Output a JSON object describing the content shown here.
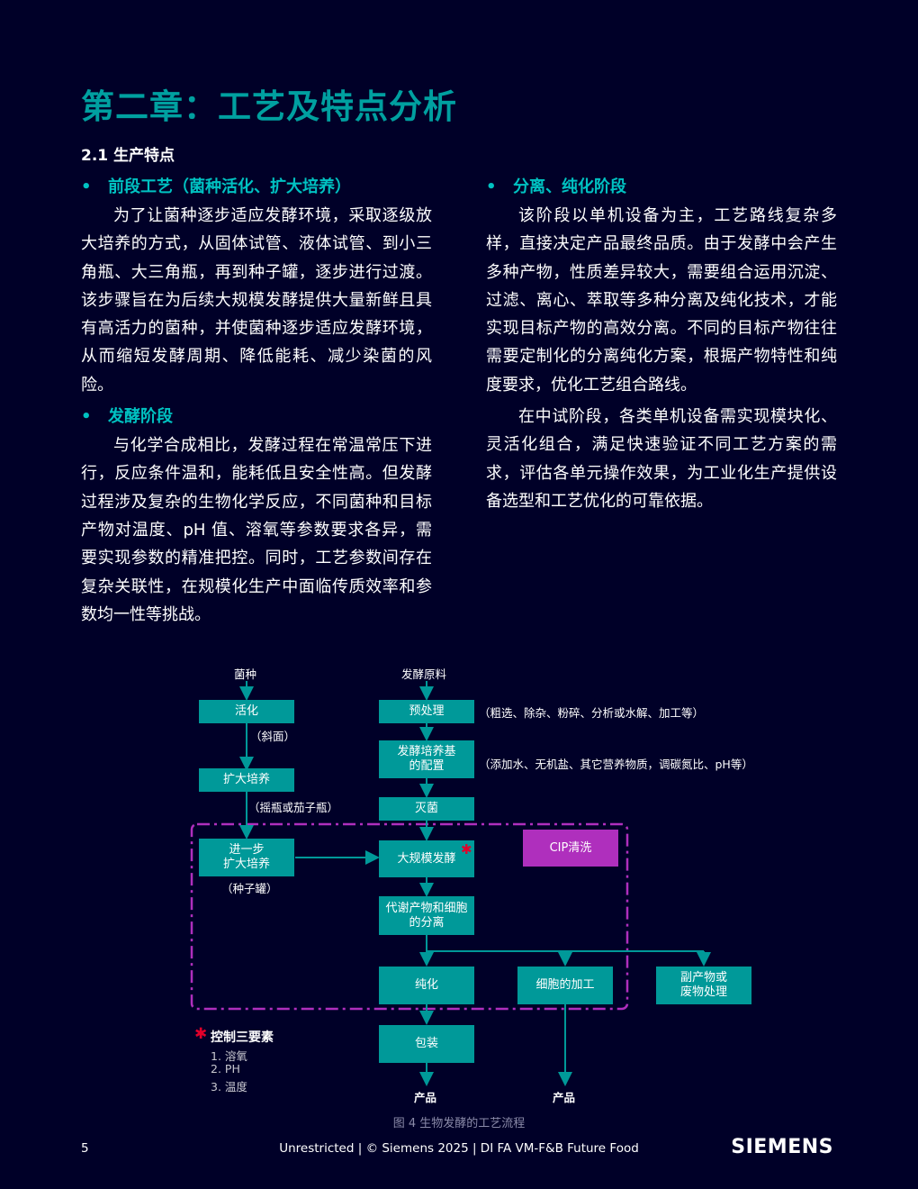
{
  "page": {
    "title": "第二章：工艺及特点分析",
    "section": "2.1  生产特点"
  },
  "left_column": {
    "bullet1": "前段工艺（菌种活化、扩大培养）",
    "para1": "为了让菌种逐步适应发酵环境，采取逐级放大培养的方式，从固体试管、液体试管、到小三角瓶、大三角瓶，再到种子罐，逐步进行过渡。该步骤旨在为后续大规模发酵提供大量新鲜且具有高活力的菌种，并使菌种逐步适应发酵环境，从而缩短发酵周期、降低能耗、减少染菌的风险。",
    "bullet2": "发酵阶段",
    "para2": "与化学合成相比，发酵过程在常温常压下进行，反应条件温和，能耗低且安全性高。但发酵过程涉及复杂的生物化学反应，不同菌种和目标产物对温度、pH 值、溶氧等参数要求各异，需要实现参数的精准把控。同时，工艺参数间存在复杂关联性，在规模化生产中面临传质效率和参数均一性等挑战。"
  },
  "right_column": {
    "bullet1": "分离、纯化阶段",
    "para1": "该阶段以单机设备为主，工艺路线复杂多样，直接决定产品最终品质。由于发酵中会产生多种产物，性质差异较大，需要组合运用沉淀、过滤、离心、萃取等多种分离及纯化技术，才能实现目标产物的高效分离。不同的目标产物往往需要定制化的分离纯化方案，根据产物特性和纯度要求，优化工艺组合路线。",
    "para2": "在中试阶段，各类单机设备需实现模块化、灵活化组合，满足快速验证不同工艺方案的需求，评估各单元操作效果，为工业化生产提供设备选型和工艺优化的可靠依据。"
  },
  "flowchart": {
    "label_strain": "菌种",
    "label_raw": "发酵原料",
    "box_activate": "活化",
    "note_slant": "（斜面）",
    "box_expand": "扩大培养",
    "note_flask": "（摇瓶或茄子瓶）",
    "box_further_1": "进一步",
    "box_further_2": "扩大培养",
    "note_seed": "（种子罐）",
    "box_pretreat": "预处理",
    "note_pretreat": "（粗选、除杂、粉碎、分析或水解、加工等）",
    "box_medium_1": "发酵培养基",
    "box_medium_2": "的配置",
    "note_medium": "（添加水、无机盐、其它营养物质，调碳氮比、pH等）",
    "box_sterilize": "灭菌",
    "box_ferment": "大规模发酵",
    "box_cip": "CIP清洗",
    "box_separate_1": "代谢产物和细胞",
    "box_separate_2": "的分离",
    "box_purify": "纯化",
    "box_cellproc": "细胞的加工",
    "box_byprod_1": "副产物或",
    "box_byprod_2": "废物处理",
    "box_pack": "包装",
    "product1": "产品",
    "product2": "产品",
    "legend_title": "控制三要素",
    "legend_items": [
      "1. 溶氧",
      "2. PH",
      "3. 温度"
    ],
    "colors": {
      "teal": "#009999",
      "magenta": "#af2fbd",
      "star": "#e0002a"
    }
  },
  "caption": "图 4 生物发酵的工艺流程",
  "footer": {
    "page_number": "5",
    "text": "Unrestricted | © Siemens 2025 | DI FA VM-F&B  Future Food",
    "logo": "SIEMENS"
  }
}
